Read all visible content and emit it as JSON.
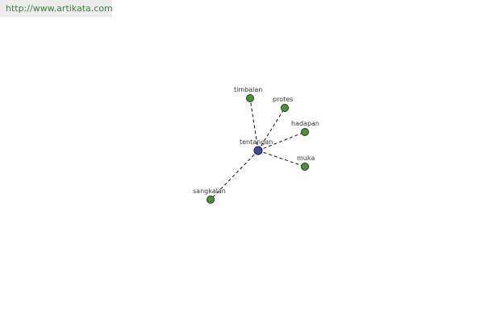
{
  "source_url": "http://www.artikata.com",
  "graph": {
    "center": {
      "label": "tentangan",
      "color": "#3b4a9a"
    },
    "leaf_color": "#4f8f3f",
    "edge_color": "#111111",
    "leaves": [
      {
        "label": "timbalan"
      },
      {
        "label": "protes"
      },
      {
        "label": "hadapan"
      },
      {
        "label": "muka"
      },
      {
        "label": "sangkalan"
      }
    ]
  }
}
